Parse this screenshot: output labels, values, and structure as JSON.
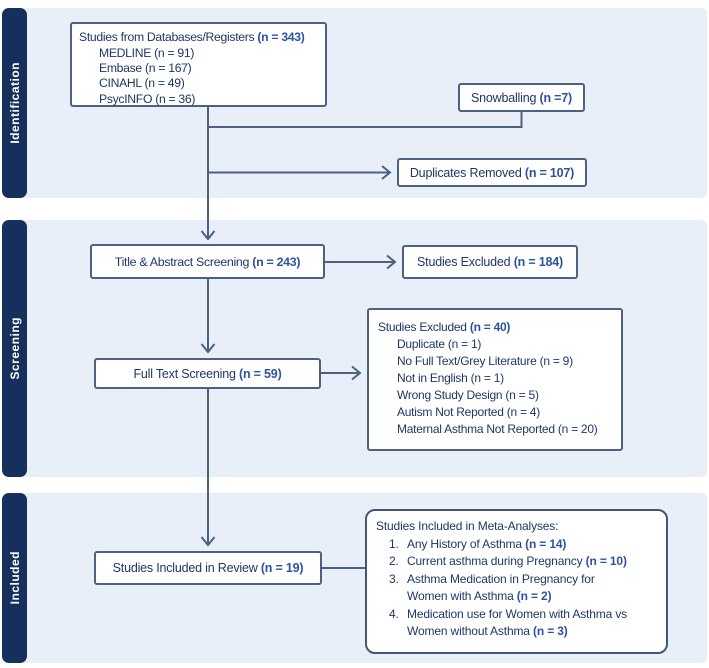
{
  "diagram": {
    "bands": [
      {
        "label": "Identification"
      },
      {
        "label": "Screening"
      },
      {
        "label": "Included"
      }
    ],
    "boxes": {
      "databases": {
        "title": "Studies from Databases/Registers",
        "n": "(n = 343)",
        "items": [
          "MEDLINE (n = 91)",
          "Embase (n = 167)",
          "CINAHL (n = 49)",
          "PsycINFO (n = 36)"
        ]
      },
      "snowballing": {
        "label": "Snowballing",
        "n": "(n =7)"
      },
      "duplicates_removed": {
        "label": "Duplicates Removed",
        "n": "(n = 107)"
      },
      "title_abstract_screening": {
        "label": "Title & Abstract Screening",
        "n": "(n = 243)"
      },
      "studies_excluded_screening": {
        "label": "Studies Excluded",
        "n": "(n = 184)"
      },
      "full_text_screening": {
        "label": "Full Text Screening",
        "n": "(n = 59)"
      },
      "studies_excluded_full_text": {
        "title": "Studies Excluded",
        "n": "(n = 40)",
        "items": [
          "Duplicate (n = 1)",
          "No Full Text/Grey Literature (n = 9)",
          "Not in English (n = 1)",
          "Wrong Study Design (n = 5)",
          "Autism Not Reported (n = 4)",
          "Maternal Asthma Not Reported (n = 20)"
        ]
      },
      "studies_included_review": {
        "label": "Studies Included in Review",
        "n": "(n = 19)"
      },
      "meta_analyses": {
        "title": "Studies Included in Meta-Analyses:",
        "items": [
          {
            "num": "1.",
            "text": "Any History of Asthma",
            "n": "(n = 14)"
          },
          {
            "num": "2.",
            "text": "Current asthma during Pregnancy",
            "n": "(n = 10)"
          },
          {
            "num": "3.",
            "text": "Asthma Medication in Pregnancy for\nWomen with Asthma",
            "n": "(n = 2)"
          },
          {
            "num": "4.",
            "text": "Medication use for Women with Asthma vs\nWomen without Asthma",
            "n": "(n = 3)"
          }
        ]
      }
    },
    "colors": {
      "sidebar": "#16305e",
      "band_background": "#e9eff9",
      "box_border": "#4d6180",
      "text_navy": "#1e3766",
      "accent_blue": "#2d52a0"
    }
  }
}
